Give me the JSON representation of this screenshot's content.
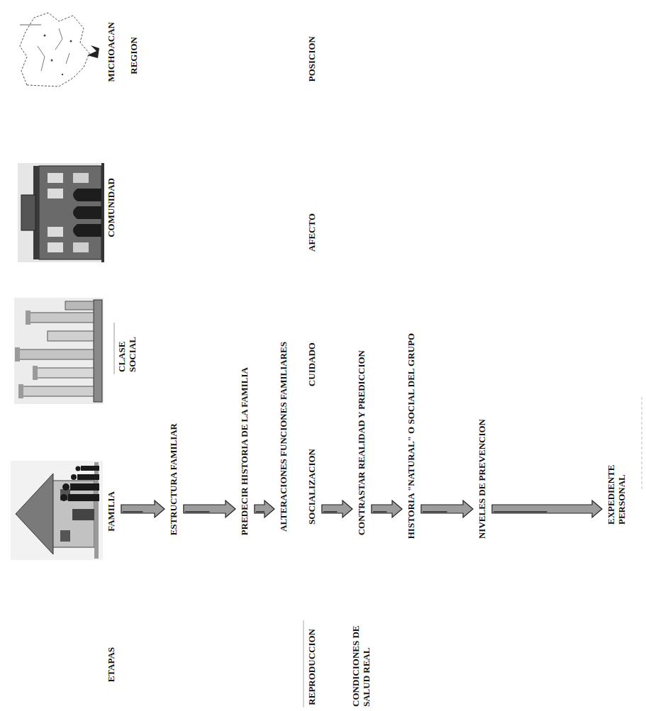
{
  "diagram": {
    "nodes": [
      {
        "text": [
          "FAMILIA"
        ]
      },
      {
        "text": [
          "ESTRUCTURA FAMILIAR"
        ]
      },
      {
        "text": [
          "PREDECIR HISTORIA DE LA FAMILIA"
        ]
      },
      {
        "text": [
          "ALTERACIONES FUNCIONES FAMILIARES"
        ]
      },
      {
        "text": [
          "REPRODUCCION"
        ]
      },
      {
        "text": [
          "SOCIALIZACION"
        ]
      },
      {
        "text": [
          "CUIDADO"
        ]
      },
      {
        "text": [
          "AFECTO"
        ]
      },
      {
        "text": [
          "POSICION"
        ]
      },
      {
        "text": [
          "CONTRASTAR REALIDAD Y PREDICCION"
        ]
      },
      {
        "text": [
          "HISTORIA \"NATURAL\" O SOCIAL DEL GRUPO"
        ]
      },
      {
        "text": [
          "NIVELES DE PREVENCION"
        ]
      },
      {
        "text": [
          "EXPEDIENTE PERSONAL"
        ]
      }
    ],
    "edges": [
      {
        "from": 0,
        "to": 1,
        "arrow": "to"
      },
      {
        "from": 1,
        "to": 2,
        "arrow": "to"
      },
      {
        "from": 2,
        "to": 3,
        "arrow": "to"
      },
      {
        "from": 5,
        "to": 9,
        "arrow": "to"
      },
      {
        "from": 9,
        "to": 10,
        "arrow": "to"
      },
      {
        "from": 10,
        "to": 11,
        "arrow": "to"
      },
      {
        "from": 11,
        "to": 12,
        "arrow": "to"
      }
    ],
    "labels": [
      "ETAPAS",
      "CLASE SOCIAL",
      "COMUNIDAD",
      "MICHOACAN",
      "REGION",
      "CONDICIONES DE SALUD REAL"
    ]
  }
}
